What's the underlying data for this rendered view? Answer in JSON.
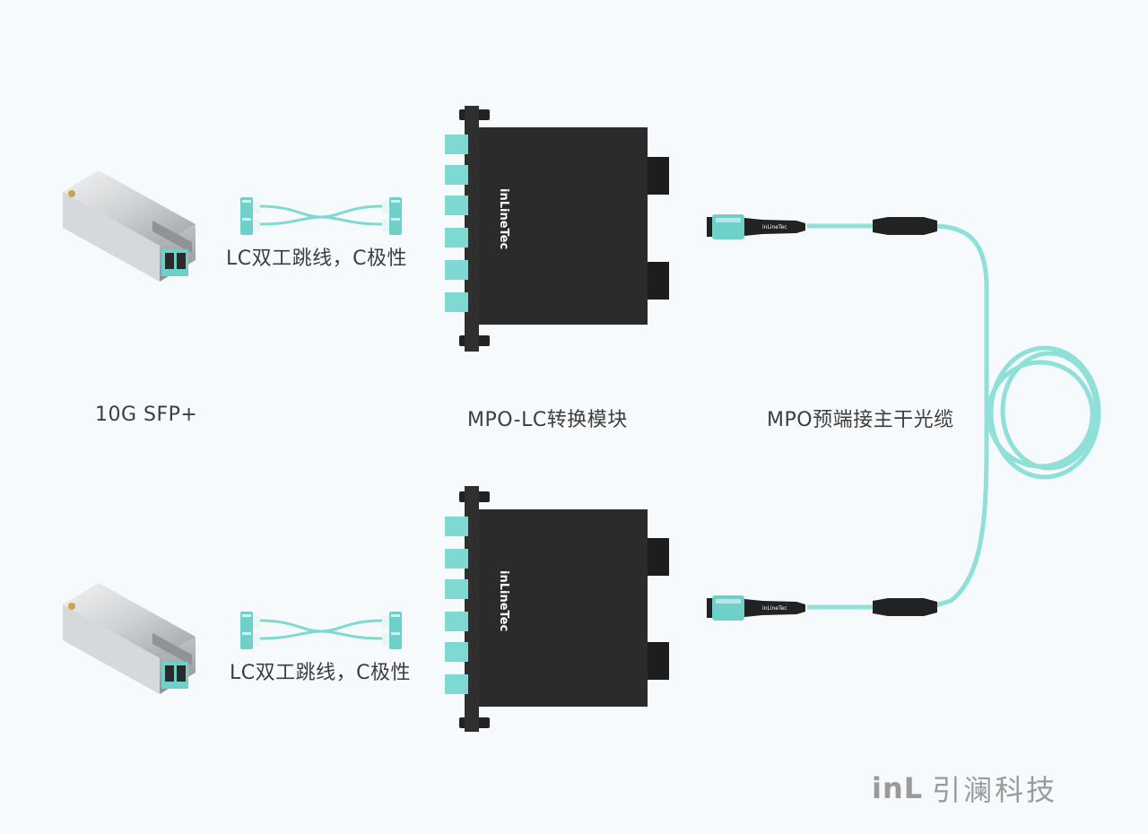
{
  "labels": {
    "sfp": "10G SFP+",
    "lc_top": "LC双工跳线，C极性",
    "lc_bottom": "LC双工跳线，C极性",
    "module": "MPO-LC转换模块",
    "trunk": "MPO预端接主干光缆"
  },
  "module_brand": "inLineTec",
  "connector_brand": "inLineTec",
  "logo": {
    "mark": "inL",
    "cn": "引澜科技"
  },
  "colors": {
    "aqua": "#7fd9d3",
    "aqua_dark": "#4cbfb8",
    "module_body": "#2b2b2b",
    "background": "#f7fafc"
  }
}
